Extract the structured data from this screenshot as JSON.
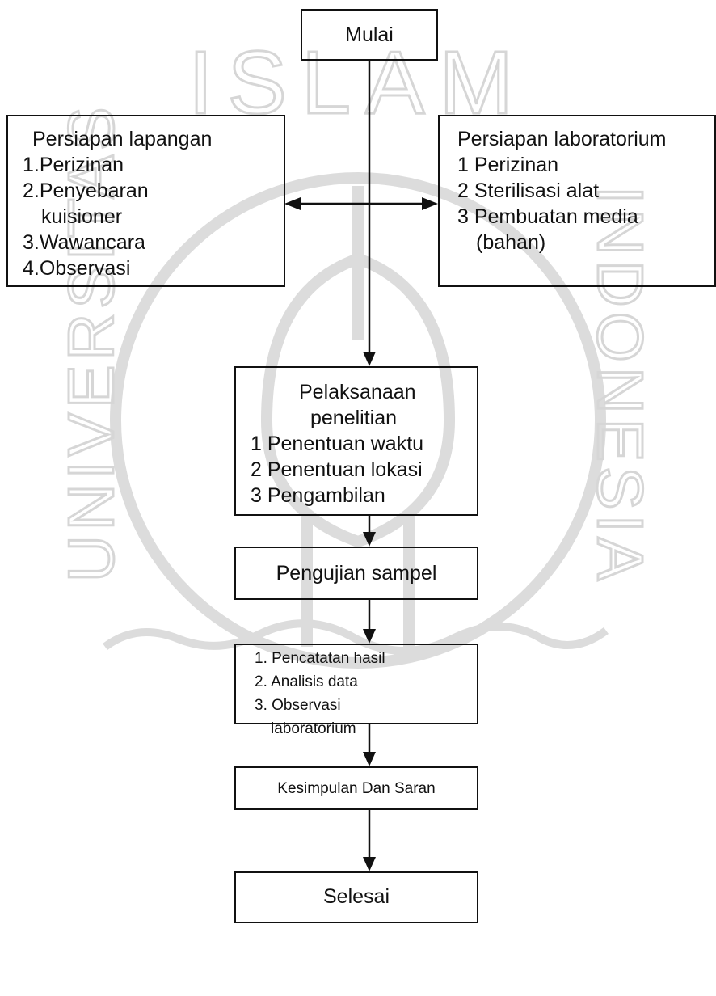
{
  "watermark": {
    "arc_text": "ISLAM",
    "left_text": "UNIVERSITAS",
    "right_text": "INDONESIA"
  },
  "nodes": {
    "start": "Mulai",
    "field_prep": {
      "title": "Persiapan lapangan",
      "items": [
        "1.Perizinan",
        "2.Penyebaran",
        "kuisioner",
        "3.Wawancara",
        "4.Observasi"
      ]
    },
    "lab_prep": {
      "title": "Persiapan laboratorium",
      "items": [
        "1 Perizinan",
        "2 Sterilisasi alat",
        "3 Pembuatan media",
        "(bahan)"
      ]
    },
    "execution": {
      "title_1": "Pelaksanaan",
      "title_2": "penelitian",
      "items": [
        "1 Penentuan waktu",
        "2 Penentuan lokasi",
        "3 Pengambilan"
      ]
    },
    "testing": "Pengujian sampel",
    "analysis": {
      "items": [
        "1. Pencatatan hasil",
        "2. Analisis data",
        "3. Observasi",
        "laboratorium"
      ]
    },
    "conclusion": "Kesimpulan Dan Saran",
    "end": "Selesai"
  },
  "colors": {
    "line": "#111111",
    "watermark": "#d9d9d9"
  }
}
